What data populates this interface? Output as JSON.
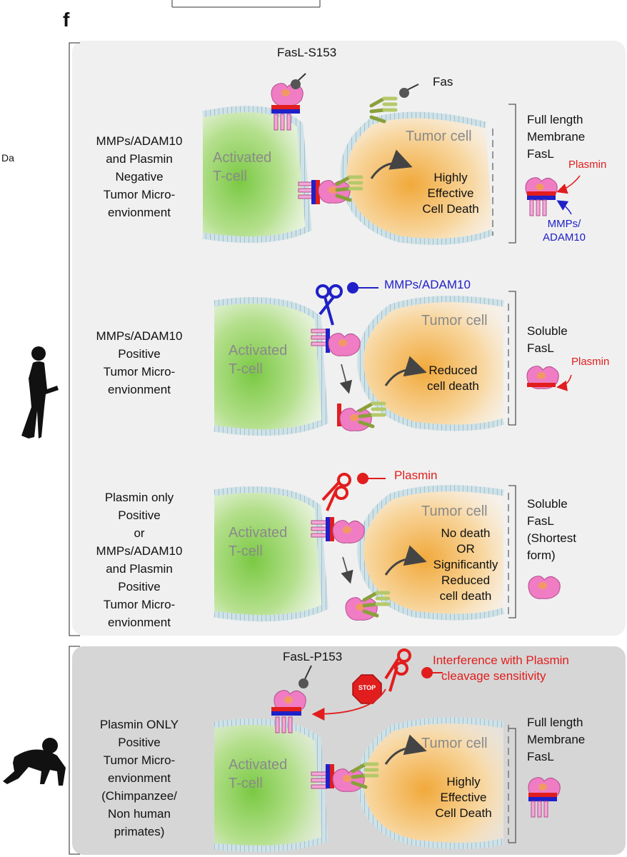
{
  "header": {
    "panel_letter": "f",
    "axis_fragment": "Da"
  },
  "colors": {
    "tcell": "#7ac943",
    "tumor": "#f1a93b",
    "plasmin": "#e21d1d",
    "mmp": "#2020c8",
    "fas": "#8aa03a",
    "fasl": "#f07cc4",
    "membrane": "#a9c9d3",
    "panel_human": "#f0f0f0",
    "panel_chimp": "#d6d6d6"
  },
  "human_panel": {
    "rows": [
      {
        "context": [
          "MMPs/ADAM10",
          "and Plasmin",
          "Negative",
          "Tumor Micro-",
          "envionment"
        ],
        "tcell_label": [
          "Activated",
          "T-cell"
        ],
        "tumor_label": "Tumor cell",
        "outcome": [
          "Highly",
          "Effective",
          "Cell Death"
        ],
        "side_label": [
          "Full length",
          "Membrane",
          "FasL"
        ],
        "callout_top": "FasL-S153",
        "callout_fas": "Fas",
        "legend_plasmin": "Plasmin",
        "legend_mmp": [
          "MMPs/",
          "ADAM10"
        ]
      },
      {
        "context": [
          "MMPs/ADAM10",
          "Positive",
          "Tumor Micro-",
          "envionment"
        ],
        "tcell_label": [
          "Activated",
          "T-cell"
        ],
        "tumor_label": "Tumor cell",
        "outcome": [
          "Reduced",
          "cell death"
        ],
        "side_label": [
          "Soluble",
          "FasL"
        ],
        "scissors_label": "MMPs/ADAM10",
        "legend_plasmin": "Plasmin"
      },
      {
        "context": [
          "Plasmin only",
          "Positive",
          "or",
          "MMPs/ADAM10",
          "and Plasmin",
          "Positive",
          "Tumor Micro-",
          "envionment"
        ],
        "tcell_label": [
          "Activated",
          "T-cell"
        ],
        "tumor_label": "Tumor cell",
        "outcome": [
          "No death",
          "OR",
          "Significantly",
          "Reduced",
          "cell death"
        ],
        "side_label": [
          "Soluble",
          "FasL",
          "(Shortest",
          "form)"
        ],
        "scissors_label": "Plasmin"
      }
    ]
  },
  "chimp_panel": {
    "context": [
      "Plasmin ONLY",
      "Positive",
      "Tumor Micro-",
      "envionment",
      "(Chimpanzee/",
      "Non human",
      "primates)"
    ],
    "callout_top": "FasL-P153",
    "stop_sign": "STOP",
    "interference": [
      "Interference with Plasmin",
      "cleavage sensitivity"
    ],
    "tcell_label": [
      "Activated",
      "T-cell"
    ],
    "tumor_label": "Tumor cell",
    "outcome": [
      "Highly",
      "Effective",
      "Cell Death"
    ],
    "side_label": [
      "Full length",
      "Membrane",
      "FasL"
    ]
  },
  "icons": [
    "human-silhouette-icon",
    "chimpanzee-silhouette-icon",
    "scissors-icon",
    "stop-sign-icon"
  ]
}
